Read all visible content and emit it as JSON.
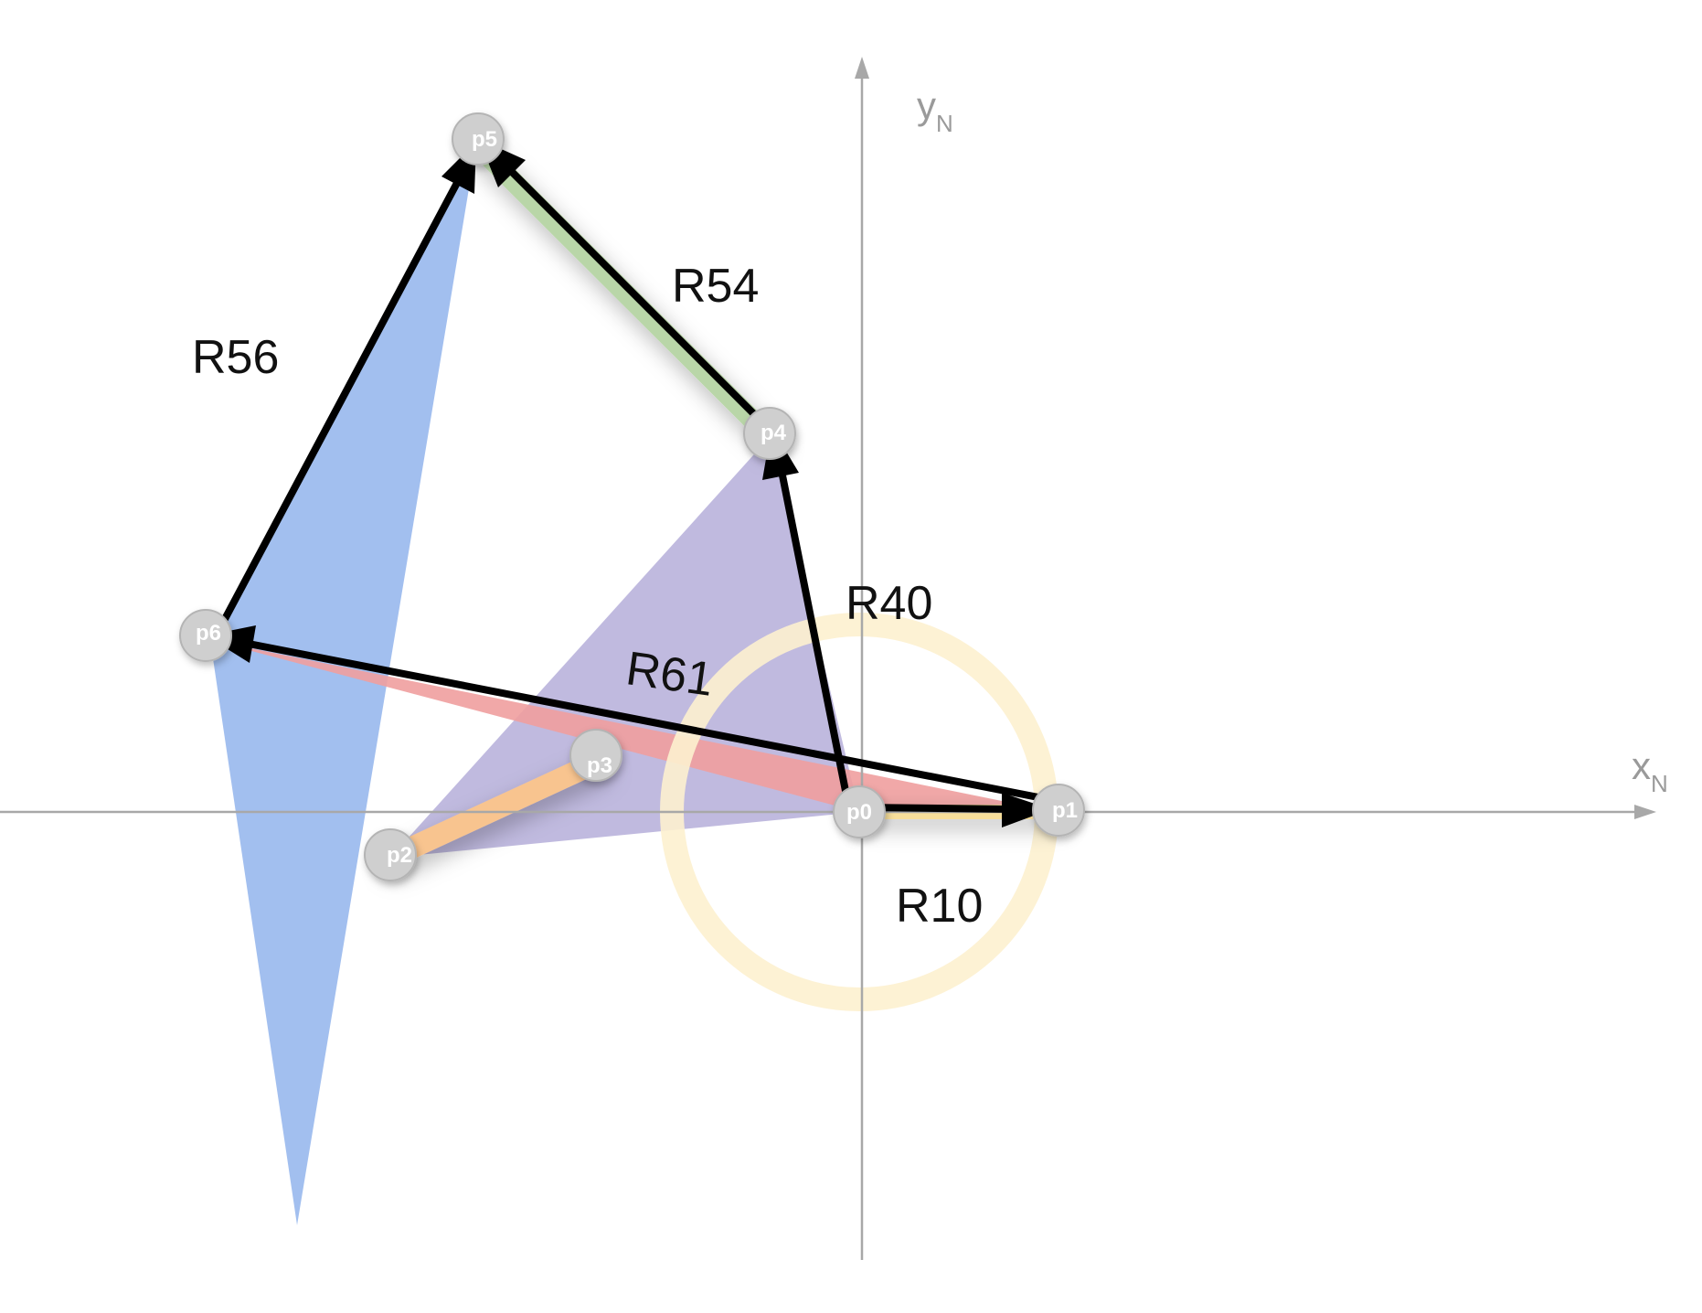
{
  "colors": {
    "axis": "#a8a8a8",
    "node_fill": "#cfcfcf",
    "node_stroke": "#b4b4b4",
    "arrow": "#000000",
    "blue_region": "#9dbcee",
    "purple_region": "#b9b2dc",
    "red_region": "#ef9f9f",
    "orange_link": "#f8c48f",
    "green_link": "#b9d6a8",
    "yellow_circle": "#fdf1cf",
    "yellow_link": "#f7de9a"
  },
  "axes": {
    "x": {
      "letter": "x",
      "sub": "N"
    },
    "y": {
      "letter": "y",
      "sub": "N"
    }
  },
  "points": [
    {
      "id": "p0",
      "label": "p0"
    },
    {
      "id": "p1",
      "label": "p1"
    },
    {
      "id": "p2",
      "label": "p2"
    },
    {
      "id": "p3",
      "label": "p3"
    },
    {
      "id": "p4",
      "label": "p4"
    },
    {
      "id": "p5",
      "label": "p5"
    },
    {
      "id": "p6",
      "label": "p6"
    }
  ],
  "vectors": [
    {
      "id": "R10",
      "label": "R10",
      "from": "p0",
      "to": "p1"
    },
    {
      "id": "R40",
      "label": "R40",
      "from": "p0",
      "to": "p4"
    },
    {
      "id": "R54",
      "label": "R54",
      "from": "p4",
      "to": "p5"
    },
    {
      "id": "R56",
      "label": "R56",
      "from": "p6",
      "to": "p5"
    },
    {
      "id": "R61",
      "label": "R61",
      "from": "p1",
      "to": "p6"
    }
  ]
}
